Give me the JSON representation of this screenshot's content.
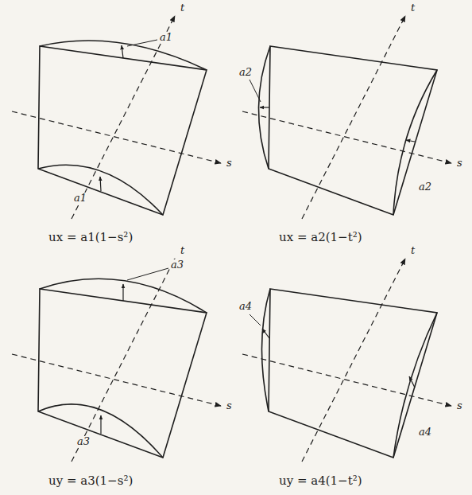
{
  "diagram": {
    "labels": [
      "a1",
      "t",
      "s",
      "a1",
      "ux = a1(1−s²)",
      "t",
      "a2",
      "s",
      "a2",
      "ux = a2(1−t²)",
      "a3",
      "t",
      "s",
      "a3",
      "uy = a3(1−s²)",
      "a4",
      "t",
      "s",
      "a4",
      "uy = a4(1−t²)"
    ]
  }
}
